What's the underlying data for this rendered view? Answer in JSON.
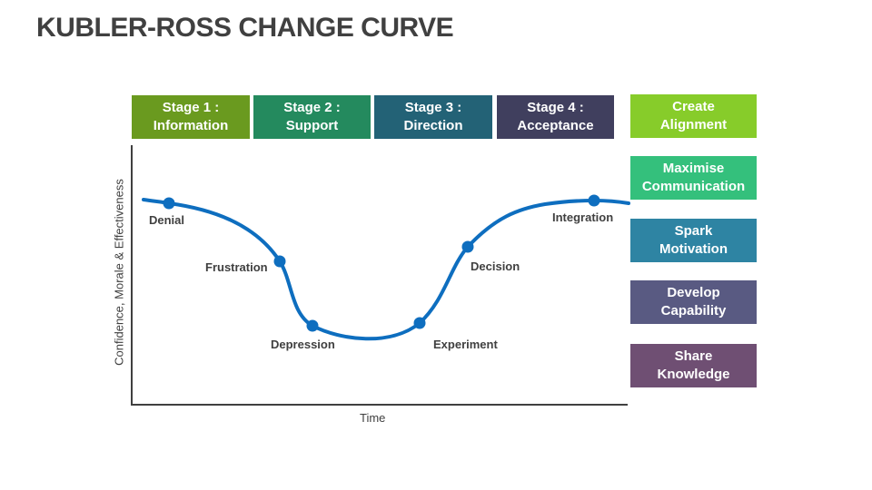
{
  "title": "KUBLER-ROSS CHANGE CURVE",
  "stages": [
    {
      "line1": "Stage 1 :",
      "line2": "Information",
      "color": "#6a9a1f"
    },
    {
      "line1": "Stage 2 :",
      "line2": "Support",
      "color": "#248a5e"
    },
    {
      "line1": "Stage 3 :",
      "line2": "Direction",
      "color": "#236276"
    },
    {
      "line1": "Stage 4 :",
      "line2": "Acceptance",
      "color": "#403f5e"
    }
  ],
  "actions": [
    {
      "line1": "Create",
      "line2": "Alignment",
      "color": "#87cc2a"
    },
    {
      "line1": "Maximise",
      "line2": "Communication",
      "color": "#34c07c"
    },
    {
      "line1": "Spark",
      "line2": "Motivation",
      "color": "#2e84a3"
    },
    {
      "line1": "Develop",
      "line2": "Capability",
      "color": "#595a82"
    },
    {
      "line1": "Share",
      "line2": "Knowledge",
      "color": "#6f4f73"
    }
  ],
  "chart_data": {
    "type": "line",
    "title": "Kubler-Ross Change Curve",
    "xlabel": "Time",
    "ylabel": "Confidence, Morale & Effectiveness",
    "curve_color": "#0e6ebf",
    "points": [
      {
        "label": "Denial",
        "x": 1,
        "y": 85
      },
      {
        "label": "Frustration",
        "x": 2,
        "y": 55
      },
      {
        "label": "Depression",
        "x": 3,
        "y": 30
      },
      {
        "label": "Experiment",
        "x": 4,
        "y": 30
      },
      {
        "label": "Decision",
        "x": 5,
        "y": 60
      },
      {
        "label": "Integration",
        "x": 6,
        "y": 87
      }
    ]
  }
}
